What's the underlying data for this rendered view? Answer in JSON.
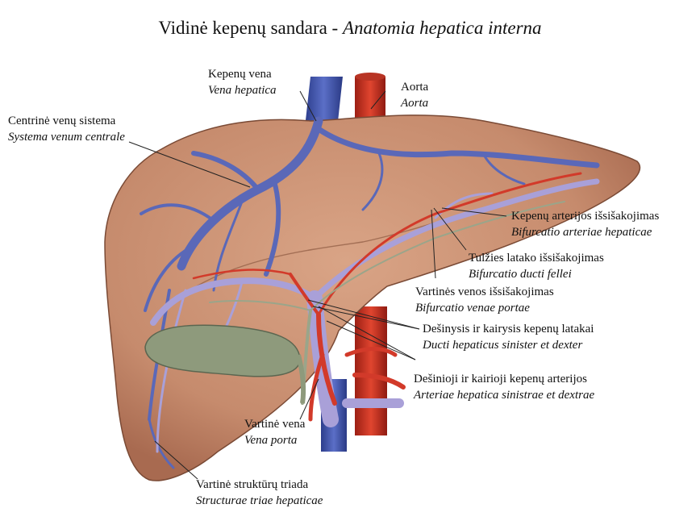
{
  "title": {
    "main": "Vidinė kepenų sandara - ",
    "latin": "Anatomia hepatica interna"
  },
  "labels": {
    "vena_hepatica": {
      "lt": "Kepenų vena",
      "la": "Vena hepatica"
    },
    "aorta": {
      "lt": "Aorta",
      "la": "Aorta"
    },
    "systema_venum": {
      "lt": "Centrinė venų sistema",
      "la": "Systema venum centrale"
    },
    "bif_arteriae": {
      "lt": "Kepenų arterijos išsišakojimas",
      "la": "Bifurcatio arteriae hepaticae"
    },
    "bif_ducti": {
      "lt": "Tulžies latako išsišakojimas",
      "la": "Bifurcatio ducti fellei"
    },
    "bif_venae": {
      "lt": "Vartinės venos išsišakojimas",
      "la": "Bifurcatio venae portae"
    },
    "ducti": {
      "lt": "Dešinysis ir kairysis kepenų latakai",
      "la": "Ducti hepaticus sinister et dexter"
    },
    "arteriae": {
      "lt": "Dešinioji ir kairioji kepenų arterijos",
      "la": "Arteriae hepatica sinistrae et dextrae"
    },
    "vena_porta": {
      "lt": "Vartinė vena",
      "la": "Vena porta"
    },
    "triada": {
      "lt": "Vartinė struktūrų triada",
      "la": "Structurae triae hepaticae"
    }
  },
  "colors": {
    "liver": "#c98f72",
    "liver_edge": "#7a4a35",
    "vein": "#5a68b8",
    "portal": "#a9a0d8",
    "artery": "#d23a2a",
    "gallbladder": "#8e9a7c",
    "duct": "#9aa58a"
  }
}
